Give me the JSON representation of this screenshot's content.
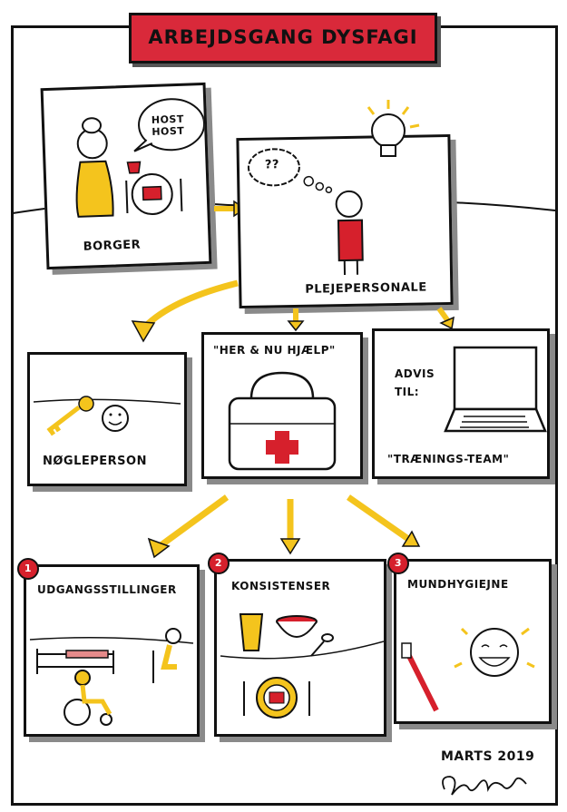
{
  "title": "ARBEJDSGANG DYSFAGI",
  "colors": {
    "title_bg": "#d9293a",
    "accent_yellow": "#f4c41d",
    "red": "#d6202c",
    "frame": "#111111",
    "shadow": "#8a8a8a"
  },
  "panels": {
    "borger": {
      "label": "BORGER",
      "speech": [
        "HOST",
        "HOST"
      ]
    },
    "plejepersonale": {
      "label": "PLEJEPERSONALE",
      "thought": "??"
    },
    "noegleperson": {
      "label": "NØGLEPERSON"
    },
    "her_nu": {
      "label": "\"HER & NU HJÆLP\""
    },
    "advis": {
      "label_line1": "ADVIS",
      "label_line2": "TIL:",
      "team": "\"TRÆNINGS-TEAM\""
    },
    "udgang": {
      "number": "1",
      "label": "UDGANGSSTILLINGER"
    },
    "konsistenser": {
      "number": "2",
      "label": "KONSISTENSER"
    },
    "mundhygiejne": {
      "number": "3",
      "label": "MUNDHYGIEJNE"
    }
  },
  "footer": {
    "date": "MARTS 2019"
  }
}
